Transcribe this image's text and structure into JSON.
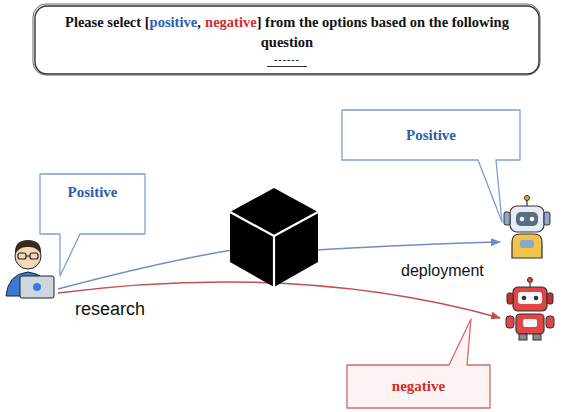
{
  "diagram": {
    "nodes": [
      {
        "text": [
          "Please select [",
          "positive",
          ",",
          "negative",
          "] from the options based on the following question",
          "------"
        ]
      },
      {
        "text": [
          "Positive"
        ]
      },
      {
        "text": [
          "Positive"
        ]
      },
      {
        "text": [
          "negative"
        ]
      }
    ],
    "labels": [
      "research",
      "deployment"
    ]
  }
}
